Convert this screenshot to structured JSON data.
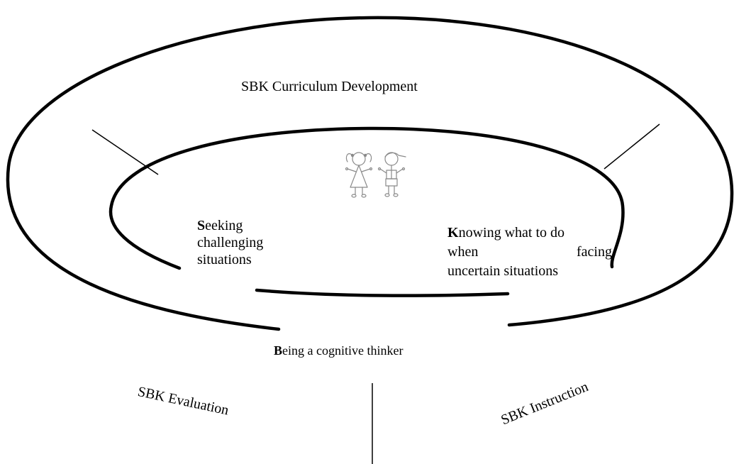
{
  "diagram": {
    "outer_ring_label": "SBK Curriculum Development",
    "seeking": {
      "initial": "S",
      "rest_line1": "eeking",
      "line2": "challenging",
      "line3": "situations"
    },
    "knowing": {
      "initial": "K",
      "rest_line1": "nowing what to do",
      "line2_word1": "when",
      "line2_word2": "facing",
      "line3": "uncertain situations"
    },
    "being": {
      "initial": "B",
      "rest": "eing a cognitive thinker"
    },
    "evaluation_label": "SBK Evaluation",
    "instruction_label": "SBK Instruction",
    "icons": [
      "girl-figure-icon",
      "boy-figure-icon"
    ],
    "stroke_color": "#000000",
    "icon_color": "#8a8a8a"
  }
}
